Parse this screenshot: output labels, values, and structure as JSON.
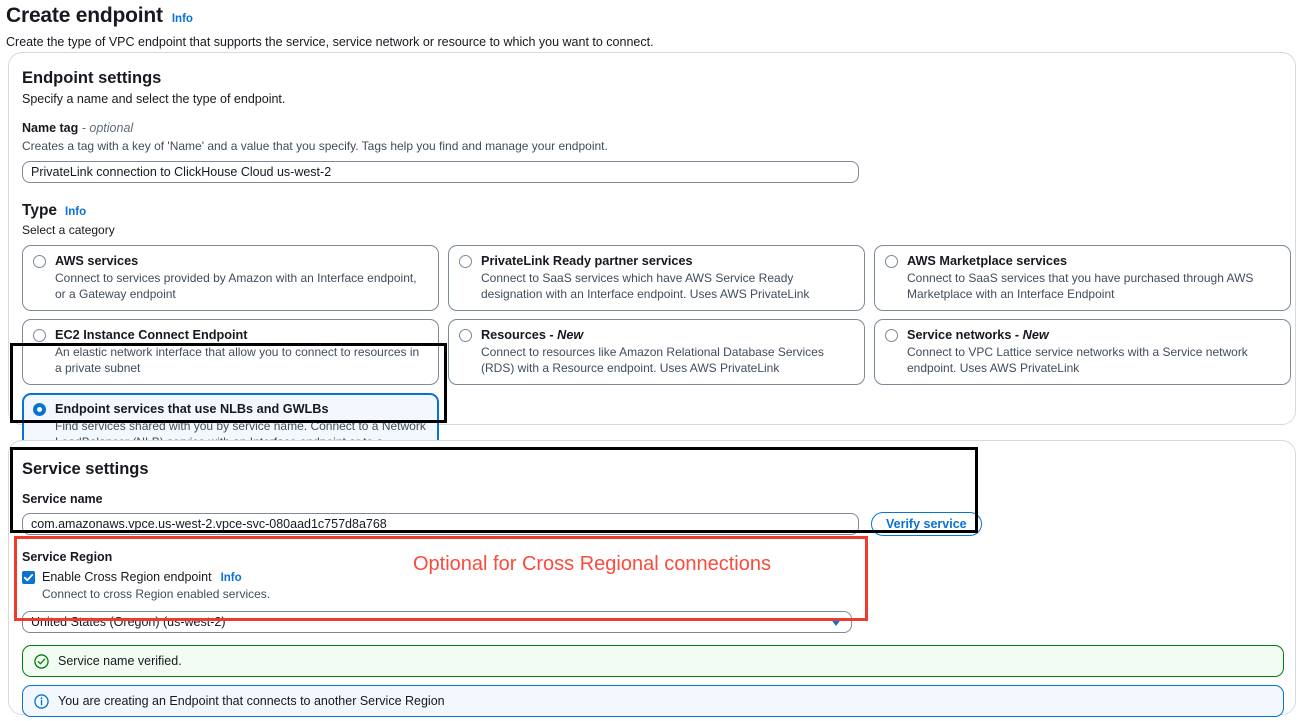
{
  "header": {
    "title": "Create endpoint",
    "info_label": "Info",
    "description": "Create the type of VPC endpoint that supports the service, service network or resource to which you want to connect."
  },
  "endpoint_settings": {
    "section_title": "Endpoint settings",
    "section_desc": "Specify a name and select the type of endpoint.",
    "name_tag": {
      "label": "Name tag",
      "optional_suffix": "- optional",
      "hint": "Creates a tag with a key of 'Name' and a value that you specify. Tags help you find and manage your endpoint.",
      "value": "PrivateLink connection to ClickHouse Cloud us-west-2",
      "placeholder": "Name tag"
    },
    "type": {
      "label": "Type",
      "info_label": "Info",
      "sub_label": "Select a category",
      "options": [
        {
          "title": "AWS services",
          "new_badge": "",
          "desc": "Connect to services provided by Amazon with an Interface endpoint, or a Gateway endpoint",
          "selected": false
        },
        {
          "title": "PrivateLink Ready partner services",
          "new_badge": "",
          "desc": "Connect to SaaS services which have AWS Service Ready designation with an Interface endpoint. Uses AWS PrivateLink",
          "selected": false
        },
        {
          "title": "AWS Marketplace services",
          "new_badge": "",
          "desc": "Connect to SaaS services that you have purchased through AWS Marketplace with an Interface Endpoint",
          "selected": false
        },
        {
          "title": "EC2 Instance Connect Endpoint",
          "new_badge": "",
          "desc": "An elastic network interface that allow you to connect to resources in a private subnet",
          "selected": false
        },
        {
          "title": "Resources - ",
          "new_badge": "New",
          "desc": "Connect to resources like Amazon Relational Database Services (RDS) with a Resource endpoint. Uses AWS PrivateLink",
          "selected": false
        },
        {
          "title": "Service networks - ",
          "new_badge": "New",
          "desc": "Connect to VPC Lattice service networks with a Service network endpoint. Uses AWS PrivateLink",
          "selected": false
        },
        {
          "title": "Endpoint services that use NLBs and GWLBs",
          "new_badge": "",
          "desc": "Find services shared with you by service name. Connect to a Network LoadBalancer (NLB) service with an Interface endpoint or to a Gateway LoadBalancer (GWLB) service with a Gateway Load Balancer endpoint",
          "selected": true
        }
      ]
    }
  },
  "service_settings": {
    "section_title": "Service settings",
    "service_name": {
      "label": "Service name",
      "value": "com.amazonaws.vpce.us-west-2.vpce-svc-080aad1c757d8a768",
      "placeholder": "Service name"
    },
    "verify_button_label": "Verify service",
    "service_region": {
      "label": "Service Region",
      "checkbox_label": "Enable Cross Region endpoint",
      "checkbox_info_label": "Info",
      "checkbox_checked": true,
      "checkbox_sub": "Connect to cross Region enabled services.",
      "select_value": "United States (Oregon) (us-west-2)"
    }
  },
  "alerts": [
    {
      "icon": "check-circle-icon",
      "variant": "success",
      "text": "Service name verified."
    },
    {
      "icon": "info-circle-icon",
      "variant": "info",
      "text": "You are creating an Endpoint that connects to another Service Region"
    }
  ],
  "annotations": [
    {
      "name": "highlight-selected-type",
      "color": "#000000"
    },
    {
      "name": "highlight-service-settings",
      "color": "#000000"
    },
    {
      "name": "highlight-service-region",
      "color": "#ef3b2d"
    }
  ],
  "annotation_text": {
    "cross_region_note": "Optional for Cross Regional connections",
    "color": "#fa4b3c"
  },
  "colors": {
    "accent_blue": "#0972d3",
    "success_green": "#037f0c",
    "annotation_red": "#ef3b2d",
    "border_grey": "#7d8998",
    "panel_border": "#d5dbdb"
  }
}
